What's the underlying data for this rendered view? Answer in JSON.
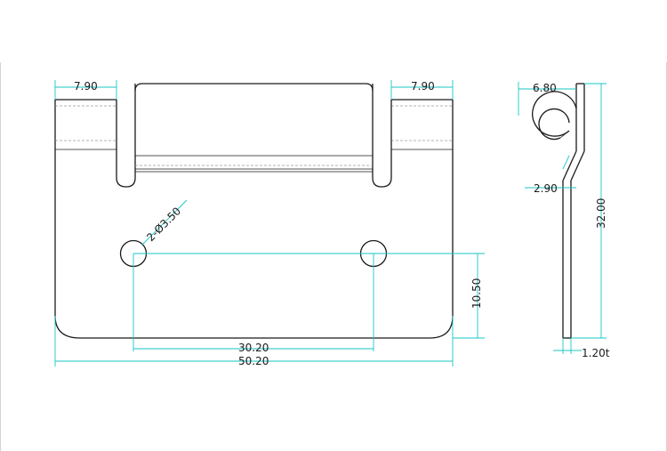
{
  "colors": {
    "part_outline": "#1a1a1a",
    "dimension_line": "#19c6c6",
    "background": "#ffffff"
  },
  "front_view": {
    "dims": {
      "left_flange_width": "7.90",
      "right_flange_width": "7.90",
      "hole_callout": "2-Ø3.50",
      "hole_vertical_offset": "10.50",
      "hole_spacing": "30.20",
      "overall_width": "50.20"
    }
  },
  "side_view": {
    "dims": {
      "curl_diameter": "6.80",
      "bend_offset": "2.90",
      "overall_height": "32.00",
      "thickness": "1.20t"
    }
  }
}
